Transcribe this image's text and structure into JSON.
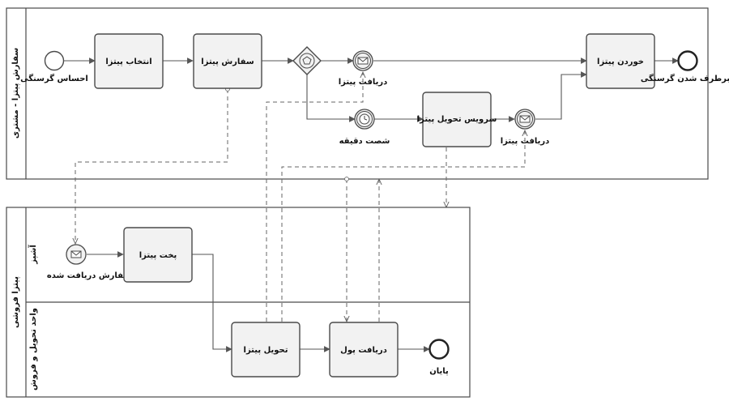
{
  "pools": {
    "customer": "سفارش پیتزا - مشتری",
    "vendor": "پیتزا فروشی"
  },
  "lanes": {
    "chef": "آشپز",
    "delivery": "واحد تحویل و فروش"
  },
  "events": {
    "hungry": "احساس گرسنگی",
    "pizza_received_top": "دریافت پیتزا",
    "sixty_minutes": "شصت دقیقه",
    "pizza_received_bottom": "دریافت پیتزا",
    "hunger_satisfied": "برطرف شدن گرسنگی",
    "order_received": "سفارش دریافت شده",
    "end": "پایان"
  },
  "tasks": {
    "choose_pizza": "انتخاب پیتزا",
    "order_pizza": "سفارش پیتزا",
    "delivery_service": "سرویس تحویل پیتزا",
    "eat_pizza": "خوردن پیتزا",
    "bake_pizza": "پخت پیتزا",
    "deliver_pizza": "تحویل پیتزا",
    "receive_money": "دریافت پول"
  },
  "colors": {
    "stroke": "#4a4a4a",
    "task_fill": "#f2f2f2"
  }
}
